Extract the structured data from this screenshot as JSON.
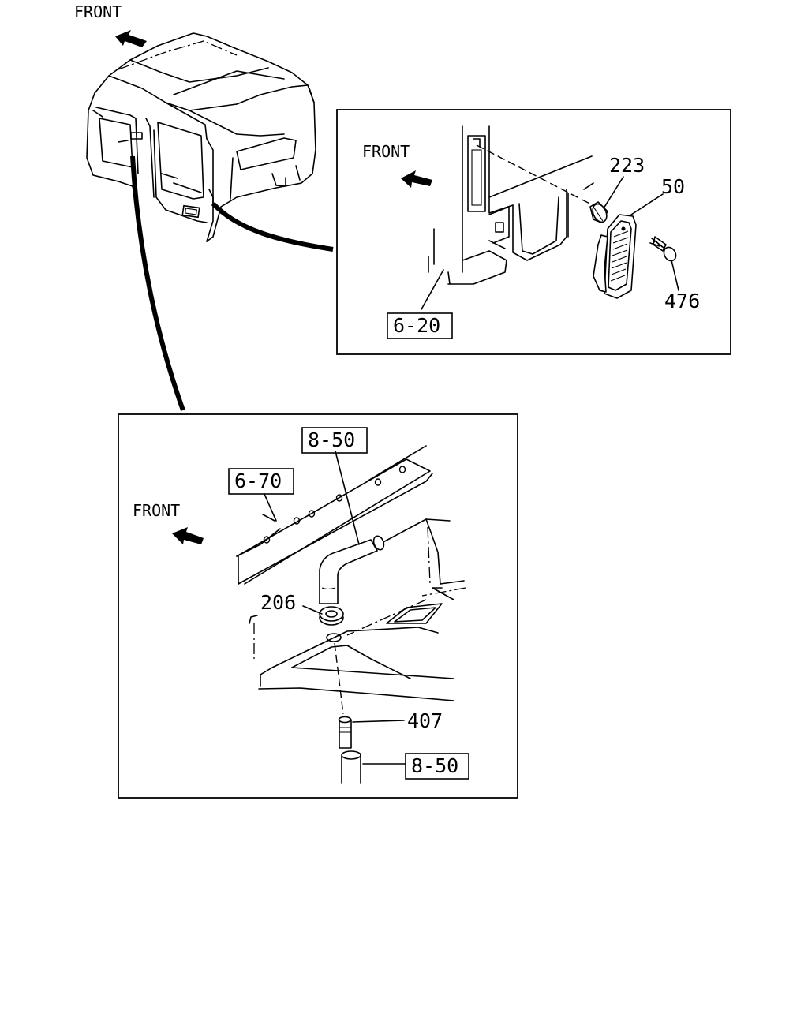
{
  "front_labels": {
    "overview": "FRONT",
    "detail_top": "FRONT",
    "detail_bottom": "FRONT"
  },
  "detail_top": {
    "parts": {
      "p223": "223",
      "p50": "50",
      "p476": "476"
    },
    "refs": {
      "r620": "6-20"
    }
  },
  "detail_bottom": {
    "parts": {
      "p206": "206",
      "p407": "407"
    },
    "refs": {
      "r850_top": "8-50",
      "r670": "6-70",
      "r850_bottom": "8-50"
    }
  }
}
